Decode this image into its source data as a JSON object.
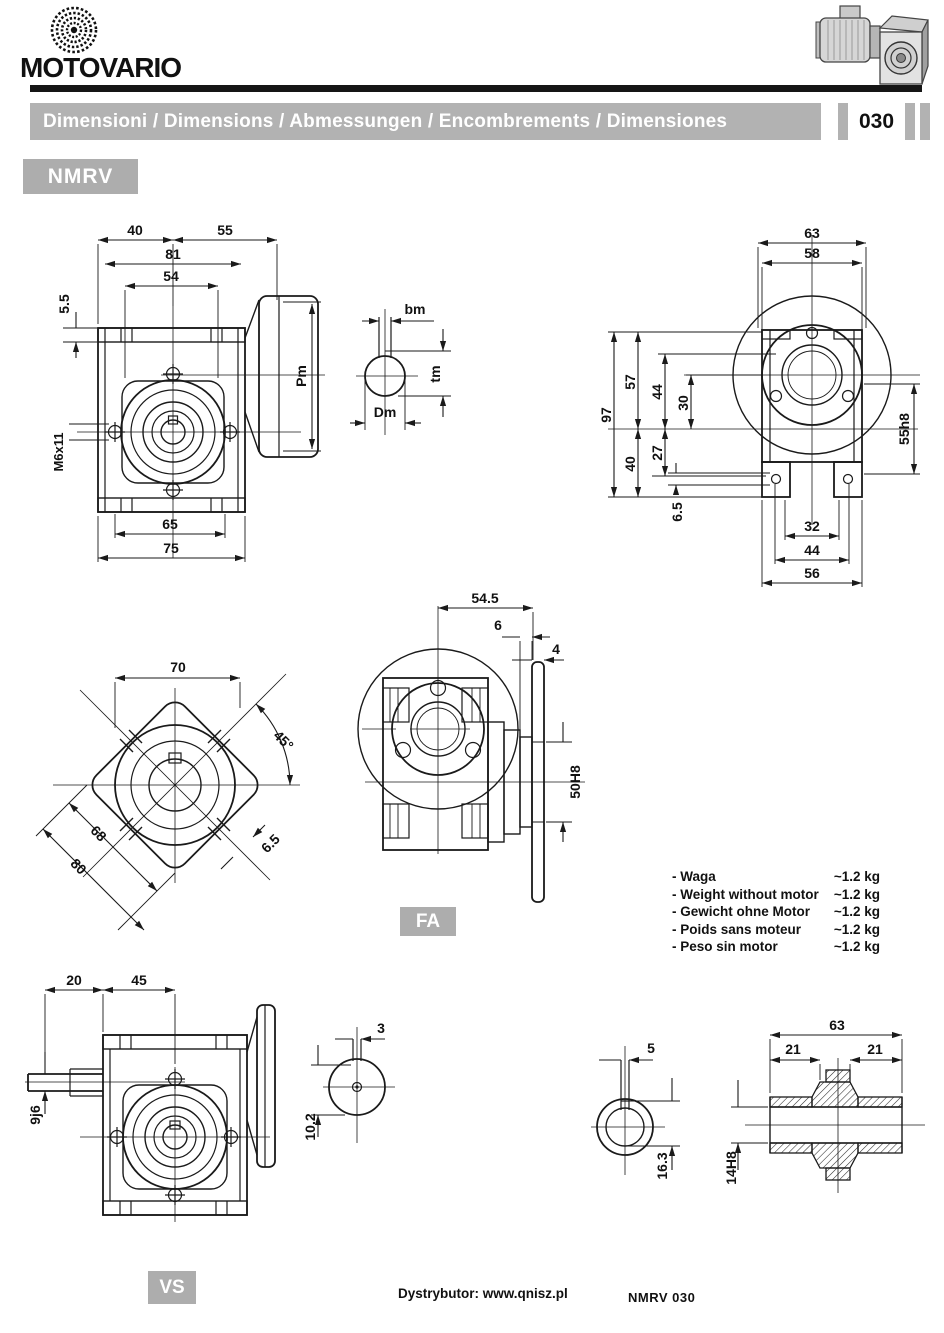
{
  "colors": {
    "bar_gray": "#b2b2b2",
    "badge_gray": "#adadad"
  },
  "brand": {
    "name": "MOTOVARIO"
  },
  "title_bar": {
    "title": "Dimensioni / Dimensions / Abmessungen / Encombrements / Dimensiones",
    "page_code": "030"
  },
  "series_badge": {
    "label": "NMRV"
  },
  "view_badges": {
    "fa": "FA",
    "vs": "VS"
  },
  "weights": {
    "rows": [
      {
        "label": "- Waga",
        "value": "~1.2 kg"
      },
      {
        "label": "- Weight without motor",
        "value": "~1.2 kg"
      },
      {
        "label": "- Gewicht ohne Motor",
        "value": "~1.2 kg"
      },
      {
        "label": "- Poids sans moteur",
        "value": "~1.2 kg"
      },
      {
        "label": "- Peso sin motor",
        "value": "~1.2 kg"
      }
    ]
  },
  "footer": {
    "distributor": "Dystrybutor: www.qnisz.pl",
    "doc_code": "NMRV 030"
  },
  "dims": {
    "front": {
      "a": "40",
      "b": "55",
      "c": "81",
      "d": "54",
      "e": "5.5",
      "f": "M6x11",
      "g": "65",
      "h": "75",
      "pm": "Pm"
    },
    "input_section": {
      "bm": "bm",
      "tm": "tm",
      "dm": "Dm"
    },
    "rear": {
      "a": "63",
      "b": "58",
      "c": "97",
      "d": "57",
      "e": "44",
      "f": "30",
      "g": "40",
      "h": "27",
      "i": "6.5",
      "j": "55h8",
      "k": "32",
      "l": "44",
      "m": "56"
    },
    "diamond": {
      "a": "70",
      "b": "45°",
      "c": "68",
      "d": "80",
      "e": "6.5"
    },
    "side_fa": {
      "a": "54.5",
      "b": "6",
      "c": "4",
      "d": "50H8"
    },
    "vs_view": {
      "a": "20",
      "b": "45",
      "c": "9j6"
    },
    "key_small": {
      "a": "3",
      "b": "10.2"
    },
    "key_large": {
      "a": "5",
      "b": "16.3"
    },
    "hollow": {
      "a": "63",
      "b": "21",
      "c": "21",
      "d": "14H8"
    }
  }
}
